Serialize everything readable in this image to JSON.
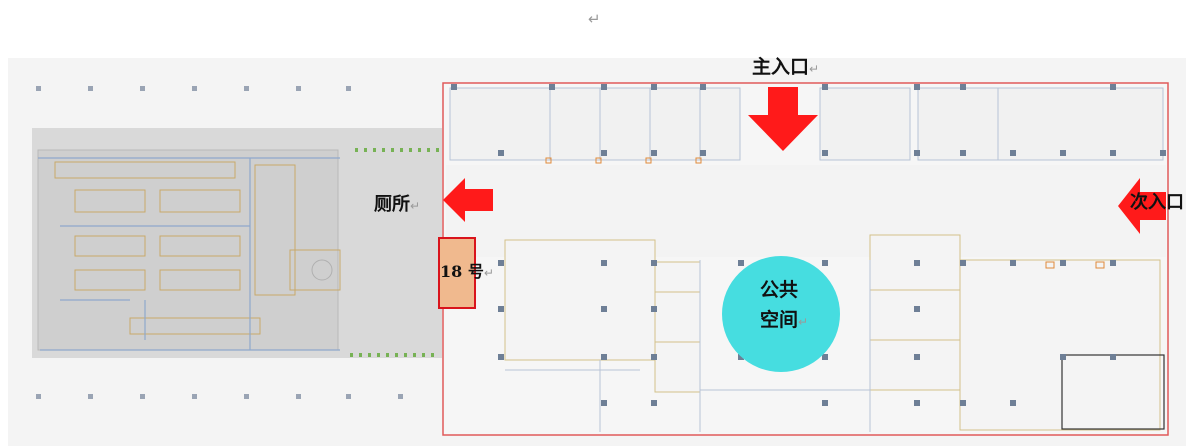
{
  "labels": {
    "main_entrance": "主入口",
    "toilet": "厕所",
    "secondary_entrance": "次入口",
    "booth": "18 号",
    "public_space_line1": "公共",
    "public_space_line2": "空间"
  },
  "marks": {
    "paragraph_return": "↵"
  },
  "colors": {
    "arrow": "#ff1a1a",
    "booth_fill": "#f0b98e",
    "booth_border": "#d9141c",
    "public_space": "#46dde0",
    "outline_red": "#e05a5a"
  }
}
